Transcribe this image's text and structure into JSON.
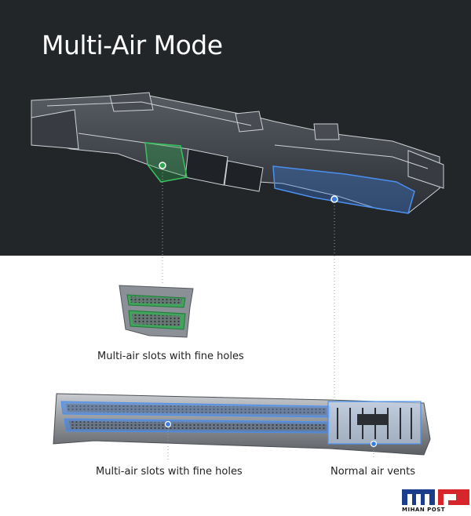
{
  "title": "Multi-Air Mode",
  "labels": {
    "green_callout": "Multi-air slots with fine holes",
    "bottom_left_callout": "Multi-air slots with fine holes",
    "bottom_right_callout": "Normal air vents"
  },
  "logo": {
    "brand_text": "MIHAN POST"
  },
  "colors": {
    "background_dark": "#232629",
    "highlight_green": "#2fa84f",
    "highlight_blue": "#3b7de0"
  }
}
